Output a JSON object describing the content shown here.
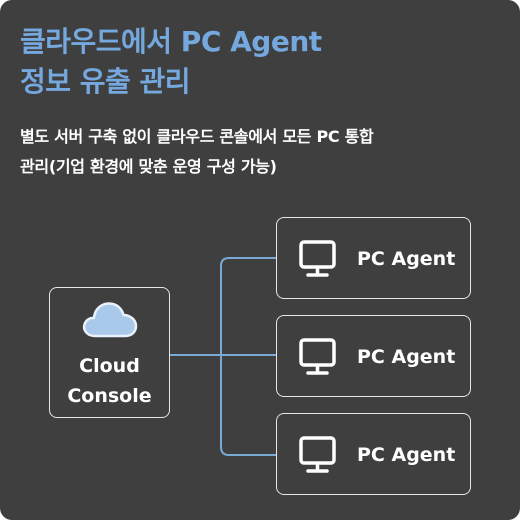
{
  "title": {
    "line1": "클라우드에서 PC Agent",
    "line2": "정보 유출 관리"
  },
  "subtitle": {
    "line1": "별도 서버 구축 없이 클라우드 콘솔에서 모든 PC 통합",
    "line2": "관리(기업 환경에 맞춘 운영 구성 가능)"
  },
  "cloud_console": {
    "icon": "cloud-icon",
    "label_line1": "Cloud",
    "label_line2": "Console"
  },
  "agents": [
    {
      "icon": "monitor-icon",
      "label": "PC Agent"
    },
    {
      "icon": "monitor-icon",
      "label": "PC Agent"
    },
    {
      "icon": "monitor-icon",
      "label": "PC Agent"
    }
  ],
  "colors": {
    "background": "#3f3f3f",
    "title": "#74a8de",
    "text": "#ffffff",
    "box_border": "#e6e6e6",
    "connector": "#7aa9d6",
    "cloud_fill": "#a9c9ea"
  }
}
